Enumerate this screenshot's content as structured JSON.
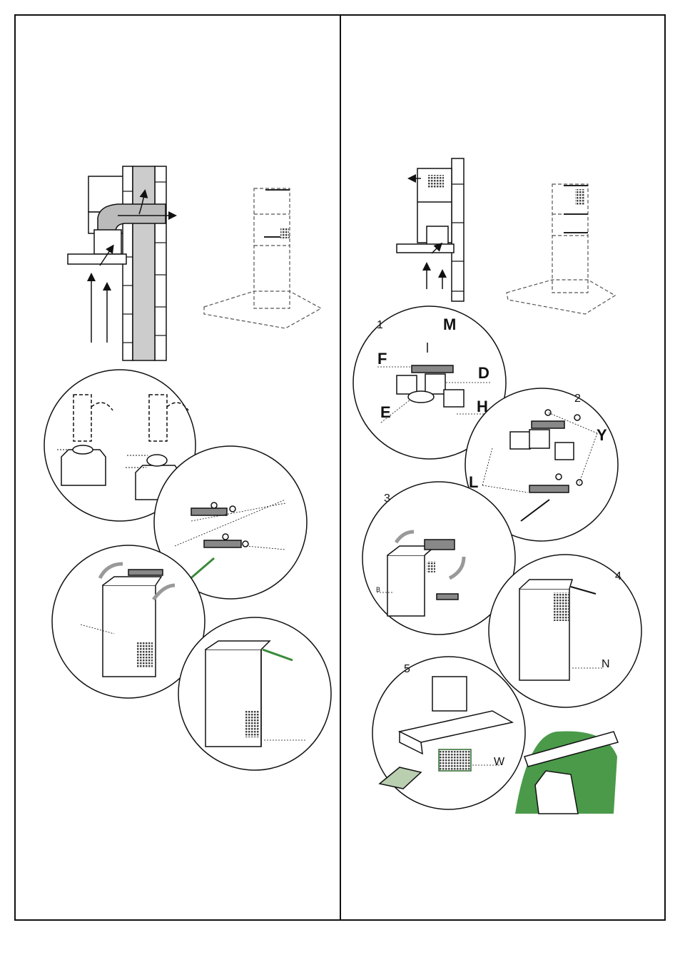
{
  "labels": {
    "step1": "1",
    "step2": "2",
    "step3": "3",
    "step4": "4",
    "step5": "5",
    "M": "M",
    "F": "F",
    "D": "D",
    "E": "E",
    "H": "H",
    "Y": "Y",
    "L": "L",
    "B": "B",
    "N": "N",
    "W": "W"
  }
}
